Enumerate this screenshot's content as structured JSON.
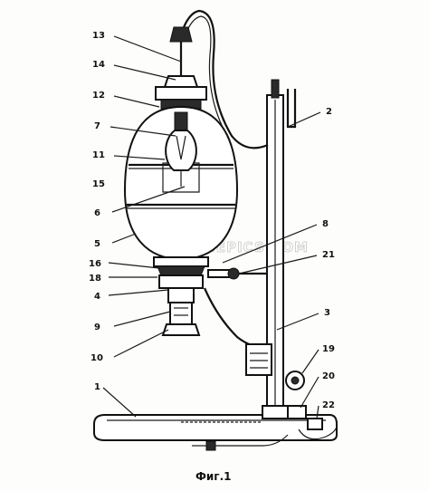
{
  "figure": {
    "caption": "Фиг.1",
    "watermark": "VINTAGEPICS.COM",
    "ink_color": "#111111",
    "paper_color": "#fdfdfb"
  },
  "callouts": [
    {
      "id": "13",
      "text": "13"
    },
    {
      "id": "14",
      "text": "14"
    },
    {
      "id": "12",
      "text": "12"
    },
    {
      "id": "7",
      "text": "7"
    },
    {
      "id": "11",
      "text": "11"
    },
    {
      "id": "15",
      "text": "15"
    },
    {
      "id": "6",
      "text": "6"
    },
    {
      "id": "5",
      "text": "5"
    },
    {
      "id": "16",
      "text": "16"
    },
    {
      "id": "18",
      "text": "18"
    },
    {
      "id": "4",
      "text": "4"
    },
    {
      "id": "9",
      "text": "9"
    },
    {
      "id": "10",
      "text": "10"
    },
    {
      "id": "1",
      "text": "1"
    },
    {
      "id": "2",
      "text": "2"
    },
    {
      "id": "8",
      "text": "8"
    },
    {
      "id": "21",
      "text": "21"
    },
    {
      "id": "3",
      "text": "3"
    },
    {
      "id": "19",
      "text": "19"
    },
    {
      "id": "20",
      "text": "20"
    },
    {
      "id": "22",
      "text": "22"
    }
  ]
}
